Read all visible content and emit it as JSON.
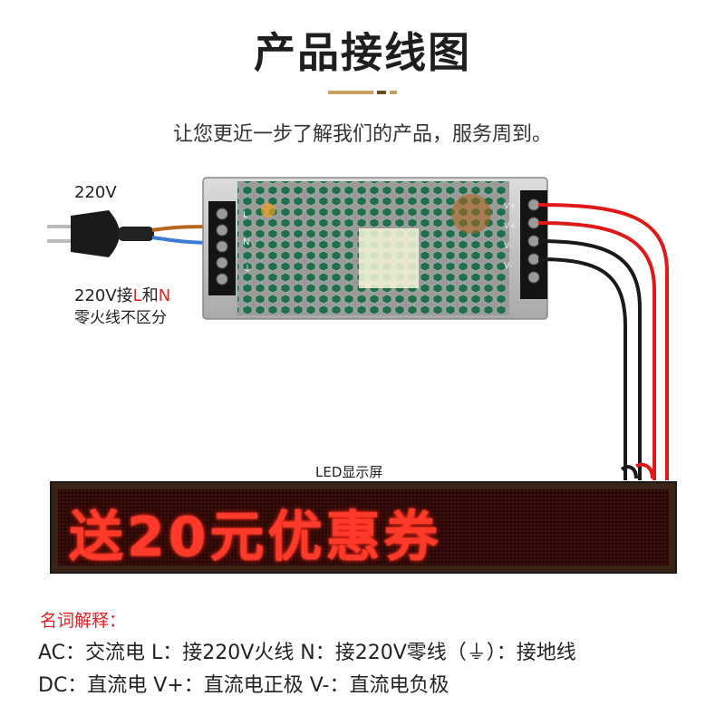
{
  "header": {
    "title": "产品接线图",
    "subtitle": "让您更近一步了解我们的产品，服务周到。",
    "underline_colors": [
      "#c9a060",
      "#6b4a2a"
    ]
  },
  "plug": {
    "voltage_label": "220V",
    "note_prefix": "220V接",
    "note_L": "L",
    "note_and": "和",
    "note_N": "N",
    "note_line2": "零火线不区分"
  },
  "power_supply": {
    "input_terminal_labels": [
      "L",
      "N",
      "⏚"
    ],
    "output_terminal_labels": [
      "V+",
      "V+",
      "V-",
      "V-"
    ]
  },
  "led_screen": {
    "label": "LED显示屏",
    "display_text": "送20元优惠券",
    "text_color": "#ff3a2a"
  },
  "glossary": {
    "title": "名词解释：",
    "line1": "AC：交流电   L：接220V火线   N：接220V零线（⏚）：接地线",
    "line2": "DC：直流电   V+：直流电正极   V-：直流电负极"
  },
  "colors": {
    "accent_red": "#e02020",
    "wire_red": "#e01818",
    "wire_black": "#1a1a1a",
    "wire_blue": "#3a7bd5",
    "wire_brown": "#b5651d",
    "pcb_green": "#1f6f4a",
    "housing_gray": "#c8c8c8"
  }
}
